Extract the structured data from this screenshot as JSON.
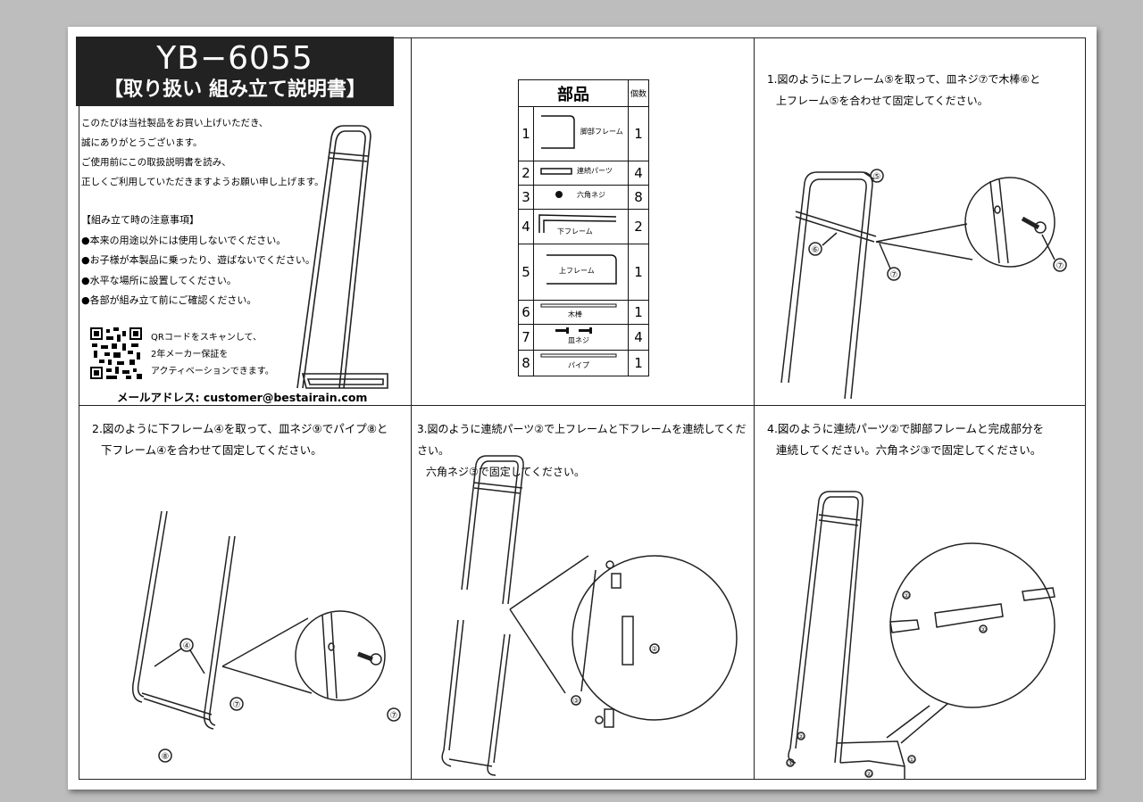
{
  "header": {
    "model": "YB−6055",
    "subtitle": "【取り扱い 組み立て説明書】"
  },
  "intro": {
    "lines": [
      "このたびは当社製品をお買い上げいただき、",
      "誠にありがとうございます。",
      "ご使用前にこの取扱説明書を読み、",
      "正しくご利用していただきますようお願い申し上げます。"
    ]
  },
  "notes": {
    "title": "【組み立て時の注意事項】",
    "items": [
      "●本来の用途以外には使用しないでください。",
      "●お子様が本製品に乗ったり、遊ばないでください。",
      "●水平な場所に設置してください。",
      "●各部が組み立て前にご確認ください。"
    ]
  },
  "qr": {
    "lines": [
      "QRコードをスキャンして、",
      "2年メーカー保証を",
      "アクティベーションできます。"
    ]
  },
  "email": "メールアドレス: customer@bestairain.com",
  "parts": {
    "header": "部品",
    "count_header": "個数",
    "rows": [
      {
        "num": "1",
        "label": "脚部フレーム",
        "count": "1"
      },
      {
        "num": "2",
        "label": "連続パーツ",
        "count": "4"
      },
      {
        "num": "3",
        "label": "六角ネジ",
        "count": "8"
      },
      {
        "num": "4",
        "label": "下フレーム",
        "count": "2"
      },
      {
        "num": "5",
        "label": "上フレーム",
        "count": "1"
      },
      {
        "num": "6",
        "label": "木棒",
        "count": "1"
      },
      {
        "num": "7",
        "label": "皿ネジ",
        "count": "4"
      },
      {
        "num": "8",
        "label": "パイプ",
        "count": "1"
      }
    ]
  },
  "steps": {
    "s1": [
      "1.図のように上フレーム⑤を取って、皿ネジ⑦で木棒⑥と",
      "上フレーム⑤を合わせて固定してください。"
    ],
    "s2": [
      "2.図のように下フレーム④を取って、皿ネジ⑨でパイプ⑧と",
      "下フレーム④を合わせて固定してください。"
    ],
    "s3": [
      "3.図のように連続パーツ②で上フレームと下フレームを連続してください。",
      "六角ネジ③で固定してください。"
    ],
    "s4": [
      "4.図のように連続パーツ②で脚部フレームと完成部分を",
      "連続してください。六角ネジ③で固定してください。"
    ]
  },
  "callouts": {
    "c5": "⑤",
    "c6": "⑥",
    "c7": "⑦",
    "c4": "④",
    "c8": "⑧",
    "c2": "②",
    "c3": "③",
    "c1": "①"
  }
}
